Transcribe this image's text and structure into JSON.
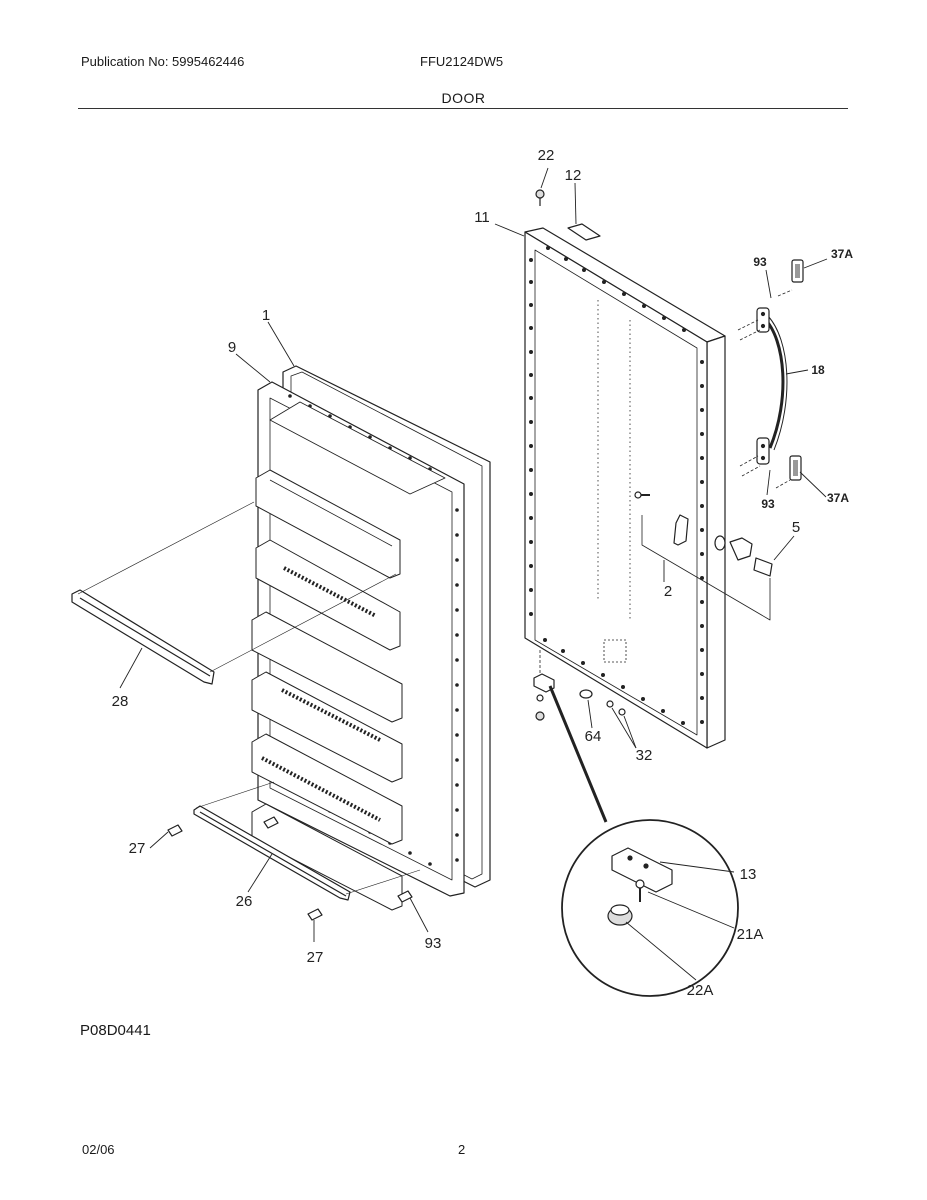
{
  "header": {
    "publication": "Publication No: 5995462446",
    "model": "FFU2124DW5",
    "section": "DOOR"
  },
  "footer": {
    "figure_code": "P08D0441",
    "date": "02/06",
    "page": "2"
  },
  "callouts": [
    {
      "id": "c22",
      "text": "22"
    },
    {
      "id": "c12",
      "text": "12"
    },
    {
      "id": "c11",
      "text": "11"
    },
    {
      "id": "c93a",
      "text": "93"
    },
    {
      "id": "c37a1",
      "text": "37A"
    },
    {
      "id": "c18",
      "text": "18"
    },
    {
      "id": "c93b",
      "text": "93"
    },
    {
      "id": "c37a2",
      "text": "37A"
    },
    {
      "id": "c5",
      "text": "5"
    },
    {
      "id": "c2",
      "text": "2"
    },
    {
      "id": "c1",
      "text": "1"
    },
    {
      "id": "c9",
      "text": "9"
    },
    {
      "id": "c28",
      "text": "28"
    },
    {
      "id": "c64",
      "text": "64"
    },
    {
      "id": "c32",
      "text": "32"
    },
    {
      "id": "c13",
      "text": "13"
    },
    {
      "id": "c21a",
      "text": "21A"
    },
    {
      "id": "c22a",
      "text": "22A"
    },
    {
      "id": "c27a",
      "text": "27"
    },
    {
      "id": "c26",
      "text": "26"
    },
    {
      "id": "c27b",
      "text": "27"
    },
    {
      "id": "c93c",
      "text": "93"
    }
  ]
}
